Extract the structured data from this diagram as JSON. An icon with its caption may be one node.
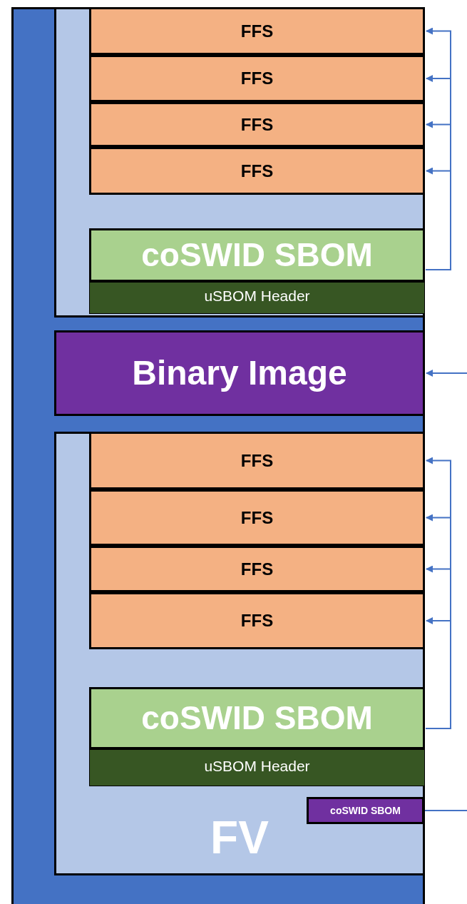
{
  "diagram": {
    "nodes": [
      {
        "text": [],
        "shape": "box"
      },
      {
        "text": [],
        "shape": "box",
        "in": 0
      },
      {
        "text": [
          "FFS"
        ],
        "in": 1
      },
      {
        "text": [
          "FFS"
        ],
        "in": 1
      },
      {
        "text": [
          "FFS"
        ],
        "in": 1
      },
      {
        "text": [
          "FFS"
        ],
        "in": 1
      },
      {
        "text": [
          "coSWID SBOM"
        ],
        "in": 1
      },
      {
        "text": [
          "uSBOM Header"
        ],
        "in": 1
      },
      {
        "text": [
          "Binary Image"
        ],
        "in": 0
      },
      {
        "text": [
          "FV"
        ],
        "in": 0
      },
      {
        "text": [
          "FFS"
        ],
        "in": 9
      },
      {
        "text": [
          "FFS"
        ],
        "in": 9
      },
      {
        "text": [
          "FFS"
        ],
        "in": 9
      },
      {
        "text": [
          "FFS"
        ],
        "in": 9
      },
      {
        "text": [
          "coSWID SBOM"
        ],
        "in": 9
      },
      {
        "text": [
          "uSBOM Header"
        ],
        "in": 9
      },
      {
        "text": [
          "coSWID SBOM"
        ],
        "in": 9
      }
    ],
    "edges": [
      {
        "from": 6,
        "to": 2,
        "arrow": "to"
      },
      {
        "from": 6,
        "to": 3,
        "arrow": "to"
      },
      {
        "from": 6,
        "to": 4,
        "arrow": "to"
      },
      {
        "from": 6,
        "to": 5,
        "arrow": "to"
      },
      {
        "from": null,
        "to": 8,
        "arrow": "to"
      },
      {
        "from": 14,
        "to": 10,
        "arrow": "to"
      },
      {
        "from": 14,
        "to": 11,
        "arrow": "to"
      },
      {
        "from": 14,
        "to": 12,
        "arrow": "to"
      },
      {
        "from": 14,
        "to": 13,
        "arrow": "to"
      },
      {
        "from": 16,
        "to": null,
        "arrow": "none"
      }
    ]
  }
}
